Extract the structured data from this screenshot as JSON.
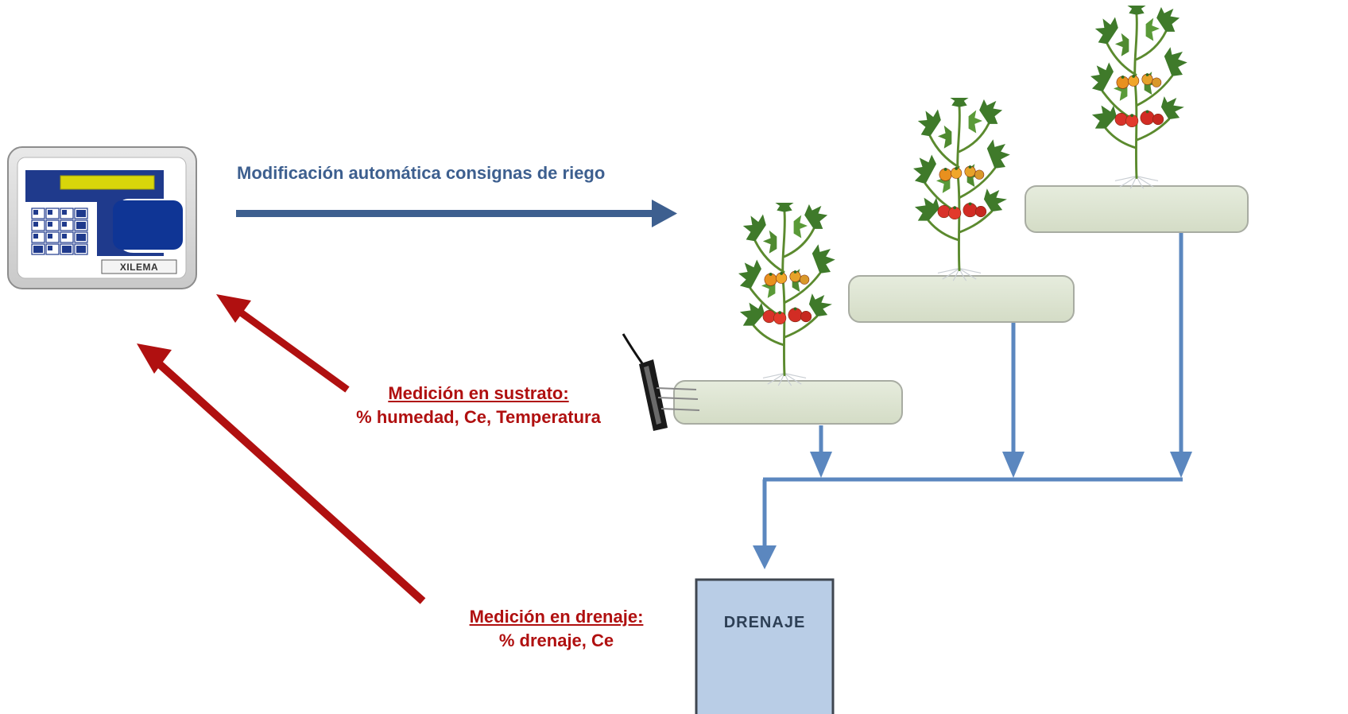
{
  "controller": {
    "brand": "XILEMA"
  },
  "labels": {
    "auto_modification": "Modificación automática consignas de riego",
    "substrate_title": "Medición en sustrato:",
    "substrate_detail": "% humedad, Ce, Temperatura",
    "drainage_title": "Medición en drenaje:",
    "drainage_detail": "% drenaje, Ce",
    "drain_box": "DRENAJE"
  },
  "colors": {
    "blue_arrow": "#3d5f8f",
    "red_arrow": "#b01010",
    "pipe": "#5b87bf",
    "slab": "#dde4d2",
    "drain_box": "#b9cde6"
  },
  "icons": [
    "controller-device-icon",
    "tomato-plant-icon",
    "sensor-probe-icon"
  ]
}
